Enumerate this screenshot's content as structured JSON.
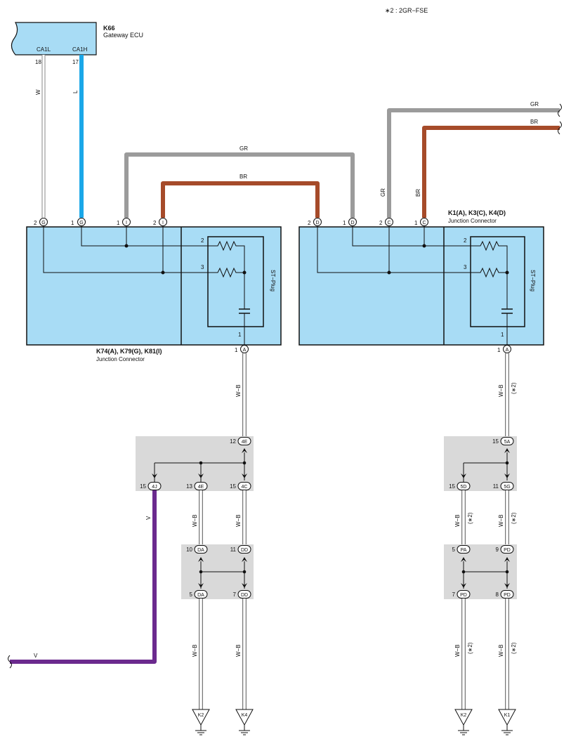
{
  "note": "∗2 : 2GR−FSE",
  "gateway": {
    "code": "K66",
    "name": "Gateway ECU",
    "pin_l_label": "CA1L",
    "pin_h_label": "CA1H",
    "pin_l_no": "18",
    "pin_h_no": "17"
  },
  "left_jc": {
    "title": "K74(A), K79(G), K81(I)",
    "subtitle": "Junction Connector",
    "plug_label": "ST−Plug",
    "pins": [
      {
        "no": "2",
        "letter": "G"
      },
      {
        "no": "1",
        "letter": "G"
      },
      {
        "no": "1",
        "letter": "I"
      },
      {
        "no": "2",
        "letter": "I"
      }
    ],
    "res_no_1": "2",
    "res_no_2": "3",
    "cap_no": "1",
    "out_no": "1",
    "out_letter": "A"
  },
  "right_jc": {
    "title": "K1(A), K3(C), K4(D)",
    "subtitle": "Junction Connector",
    "plug_label": "ST−Plug",
    "pins": [
      {
        "no": "2",
        "letter": "D"
      },
      {
        "no": "1",
        "letter": "D"
      },
      {
        "no": "2",
        "letter": "C"
      },
      {
        "no": "1",
        "letter": "C"
      }
    ],
    "res_no_1": "2",
    "res_no_2": "3",
    "cap_no": "1",
    "out_no": "1",
    "out_letter": "A"
  },
  "wires": {
    "w": "W",
    "l": "L",
    "gr": "GR",
    "br": "BR",
    "gr_right": "GR",
    "br_right": "BR",
    "gr_vert": "GR",
    "br_vert": "BR",
    "v": "V",
    "v_bottom": "V",
    "wb": "W−B",
    "star2": "(∗2)"
  },
  "left_jb1": {
    "top": {
      "no": "12",
      "conn": "4E"
    },
    "bottom": [
      {
        "no": "15",
        "conn": "4J"
      },
      {
        "no": "13",
        "conn": "4E"
      },
      {
        "no": "15",
        "conn": "4C"
      }
    ]
  },
  "left_jb2": {
    "top": [
      {
        "no": "10",
        "conn": "DA"
      },
      {
        "no": "11",
        "conn": "DD"
      }
    ],
    "bottom": [
      {
        "no": "5",
        "conn": "DA"
      },
      {
        "no": "7",
        "conn": "DD"
      }
    ]
  },
  "right_jb1": {
    "top": {
      "no": "15",
      "conn": "5A"
    },
    "bottom": [
      {
        "no": "15",
        "conn": "5D"
      },
      {
        "no": "11",
        "conn": "5G"
      }
    ]
  },
  "right_jb2": {
    "top": [
      {
        "no": "5",
        "conn": "PA"
      },
      {
        "no": "9",
        "conn": "PD"
      }
    ],
    "bottom": [
      {
        "no": "7",
        "conn": "PD"
      },
      {
        "no": "8",
        "conn": "PD"
      }
    ]
  },
  "grounds": [
    "K2",
    "K4",
    "K2",
    "K1"
  ],
  "colors": {
    "light_blue": "#a8dcf5",
    "gray_box": "#d9d9d9",
    "wire_l": "#1aa7e8",
    "wire_gr": "#9b9b9b",
    "wire_br": "#a64b2a",
    "wire_v": "#6b2a8e",
    "wire_w": "#cccccc"
  }
}
